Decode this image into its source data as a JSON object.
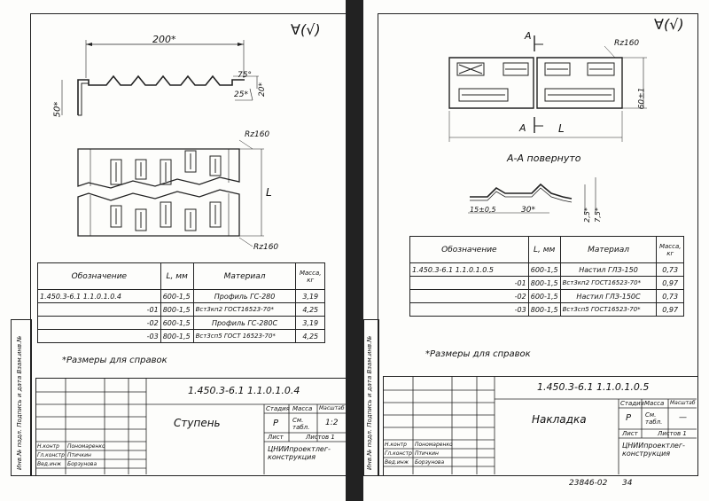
{
  "left": {
    "roughness_top": "∀(√)",
    "dim_width": "200*",
    "dim_height": "50*",
    "dim_angle": "75°",
    "dim_step": "25*",
    "dim_tooth": "20*",
    "rz_top": "Rz160",
    "rz_bottom": "Rz160",
    "dim_length": "L",
    "table": {
      "headers": [
        "Обозначение",
        "L, мм",
        "Материал",
        "Масса, кг"
      ],
      "rows": [
        [
          "1.450.3-6.1 1.1.0.1.0.4",
          "600-1,5",
          "Профиль ГС-280",
          "3,19"
        ],
        [
          "-01",
          "800-1,5",
          "Вст3кп2 ГОСТ16523-70*",
          "4,25"
        ],
        [
          "-02",
          "600-1,5",
          "Профиль ГС-280С",
          "3,19"
        ],
        [
          "-03",
          "800-1,5",
          "Вст3сп5 ГОСТ 16523-70*",
          "4,25"
        ]
      ]
    },
    "note": "*Размеры для справок",
    "title_block": {
      "code": "1.450.3-6.1 1.1.0.1.0.4",
      "name": "Ступень",
      "stage_label": "Стадия",
      "mass_label": "Масса",
      "scale_label": "Масштаб",
      "stage": "Р",
      "mass": "См. табл.",
      "scale": "1:2",
      "sheet_label": "Лист",
      "sheets_label": "Листов 1",
      "org": "ЦНИИпроектлег-конструкция",
      "roles": [
        "Н.контр",
        "Гл.констр",
        "Вед.инж"
      ],
      "names": [
        "Пономаренко",
        "Птичкин",
        "Борзунова"
      ]
    },
    "side_stamp": "Инв.№ подл.  Подпись и дата  Взам.инв.№"
  },
  "right": {
    "roughness_top": "∀(√)",
    "section_mark_top": "А",
    "section_mark_bottom": "А",
    "rz": "Rz160",
    "dim_height": "60±1",
    "dim_length": "L",
    "section_title": "А-А повернуто",
    "dim_pitch": "15±0,5",
    "dim_gap": "30*",
    "dim_h1": "2,5*",
    "dim_h2": "7,5*",
    "table": {
      "headers": [
        "Обозначение",
        "L, мм",
        "Материал",
        "Масса, кг"
      ],
      "rows": [
        [
          "1.450.3-6.1 1.1.0.1.0.5",
          "600-1,5",
          "Настил ГЛЗ-150",
          "0,73"
        ],
        [
          "-01",
          "800-1,5",
          "Вст3кп2 ГОСТ16523-70*",
          "0,97"
        ],
        [
          "-02",
          "600-1,5",
          "Настил ГЛЗ-150С",
          "0,73"
        ],
        [
          "-03",
          "800-1,5",
          "Вст3сп5 ГОСТ16523-70*",
          "0,97"
        ]
      ]
    },
    "note": "*Размеры для справок",
    "title_block": {
      "code": "1.450.3-6.1 1.1.0.1.0.5",
      "name": "Накладка",
      "stage_label": "Стадия",
      "mass_label": "Масса",
      "scale_label": "Масштаб",
      "stage": "Р",
      "mass": "См. табл.",
      "scale": "—",
      "sheet_label": "Лист",
      "sheets_label": "Листов 1",
      "org": "ЦНИИпроектлег-конструкция",
      "roles": [
        "Н.контр",
        "Гл.констр",
        "Вед.инж"
      ],
      "names": [
        "Пономаренко",
        "Птичкин",
        "Борзунова"
      ]
    },
    "side_stamp": "Инв.№ подл.  Подпись и дата  Взам.инв.№",
    "footer_code": "23846-02",
    "page_num": "34"
  }
}
